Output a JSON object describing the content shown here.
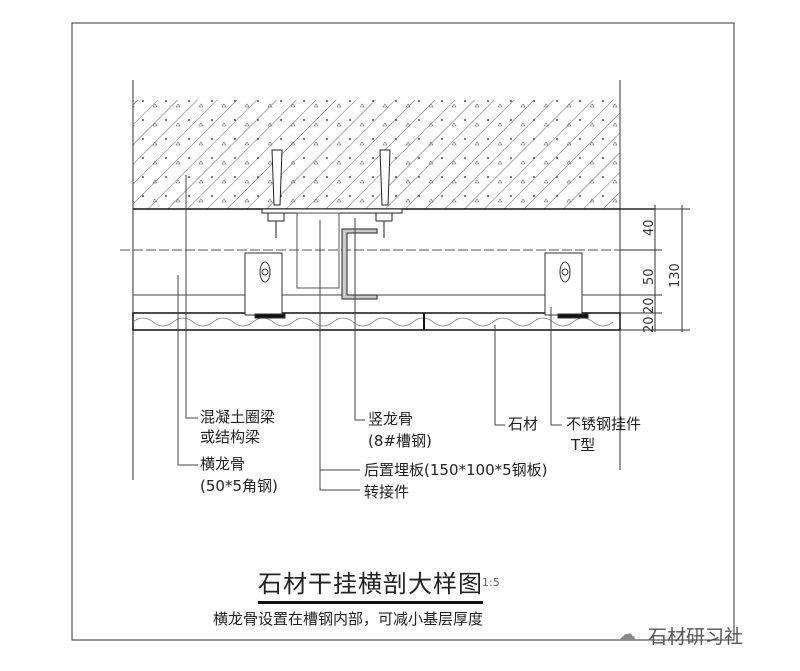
{
  "drawing": {
    "title": "石材干挂横剖大样图",
    "scale": "1:5",
    "subtitle": "横龙骨设置在槽钢内部，可减小基层厚度",
    "watermark": "石材研习社",
    "watermark_icon": "wechat-icon",
    "dimensions": {
      "d1": "40",
      "d2": "50",
      "d3": "20",
      "d4": "20",
      "total": "130"
    },
    "labels": {
      "concrete": [
        "混凝土圈梁",
        "或结构梁"
      ],
      "horizontal_keel": [
        "横龙骨",
        "(50*5角钢)"
      ],
      "vertical_keel": [
        "竖龙骨",
        "(8#槽钢)"
      ],
      "embedded_plate": "后置埋板(150*100*5钢板)",
      "adapter": "转接件",
      "stone": "石材",
      "hanger": [
        "不锈钢挂件",
        "T型"
      ]
    }
  }
}
